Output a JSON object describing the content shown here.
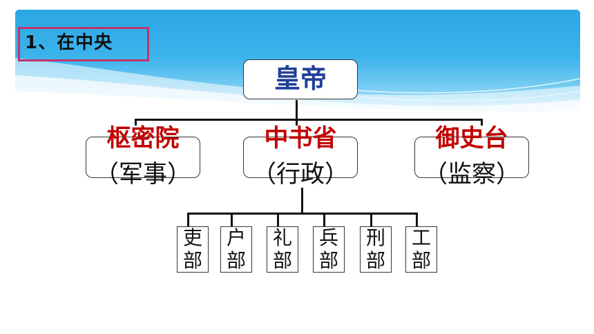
{
  "section_title": "1、在中央",
  "chart_data": {
    "type": "hierarchy",
    "root": "皇帝",
    "agencies": [
      {
        "name": "枢密院",
        "role": "（军事）"
      },
      {
        "name": "中书省",
        "role": "（行政）"
      },
      {
        "name": "御史台",
        "role": "（监察）"
      }
    ],
    "ministries": [
      {
        "top": "吏",
        "bottom": "部"
      },
      {
        "top": "户",
        "bottom": "部"
      },
      {
        "top": "礼",
        "bottom": "部"
      },
      {
        "top": "兵",
        "bottom": "部"
      },
      {
        "top": "刑",
        "bottom": "部"
      },
      {
        "top": "工",
        "bottom": "部"
      }
    ],
    "ministries_parent": "中书省"
  },
  "colors": {
    "banner": "#2aa6e4",
    "section_border": "#c0336a",
    "root_text": "#1f3f99",
    "agency_text": "#c00000"
  }
}
